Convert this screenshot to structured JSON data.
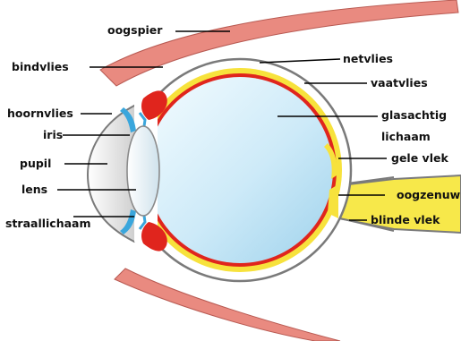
{
  "labels": {
    "oogspier": "oogspier",
    "bindvlies": "bindvlies",
    "hoornvlies": "hoornvlies",
    "iris": "iris",
    "pupil": "pupil",
    "lens": "lens",
    "straallichaam": "straallichaam",
    "netvlies": "netvlies",
    "vaatvlies": "vaatvlies",
    "glasachtig_1": "glasachtig",
    "glasachtig_2": "lichaam",
    "gele_vlek": "gele vlek",
    "oogzenuw": "oogzenuw",
    "blinde_vlek": "blinde vlek"
  },
  "colors": {
    "muscle": "#e98a80",
    "sclera_outline": "#7a7a7a",
    "choroid": "#f7e23c",
    "retina": "#e0251d",
    "vitreous_light": "#f2fbff",
    "vitreous_dark": "#a8d8f0",
    "iris": "#3aa6dc",
    "lens": "#e9f3f8",
    "optic_nerve": "#f7e84a"
  }
}
